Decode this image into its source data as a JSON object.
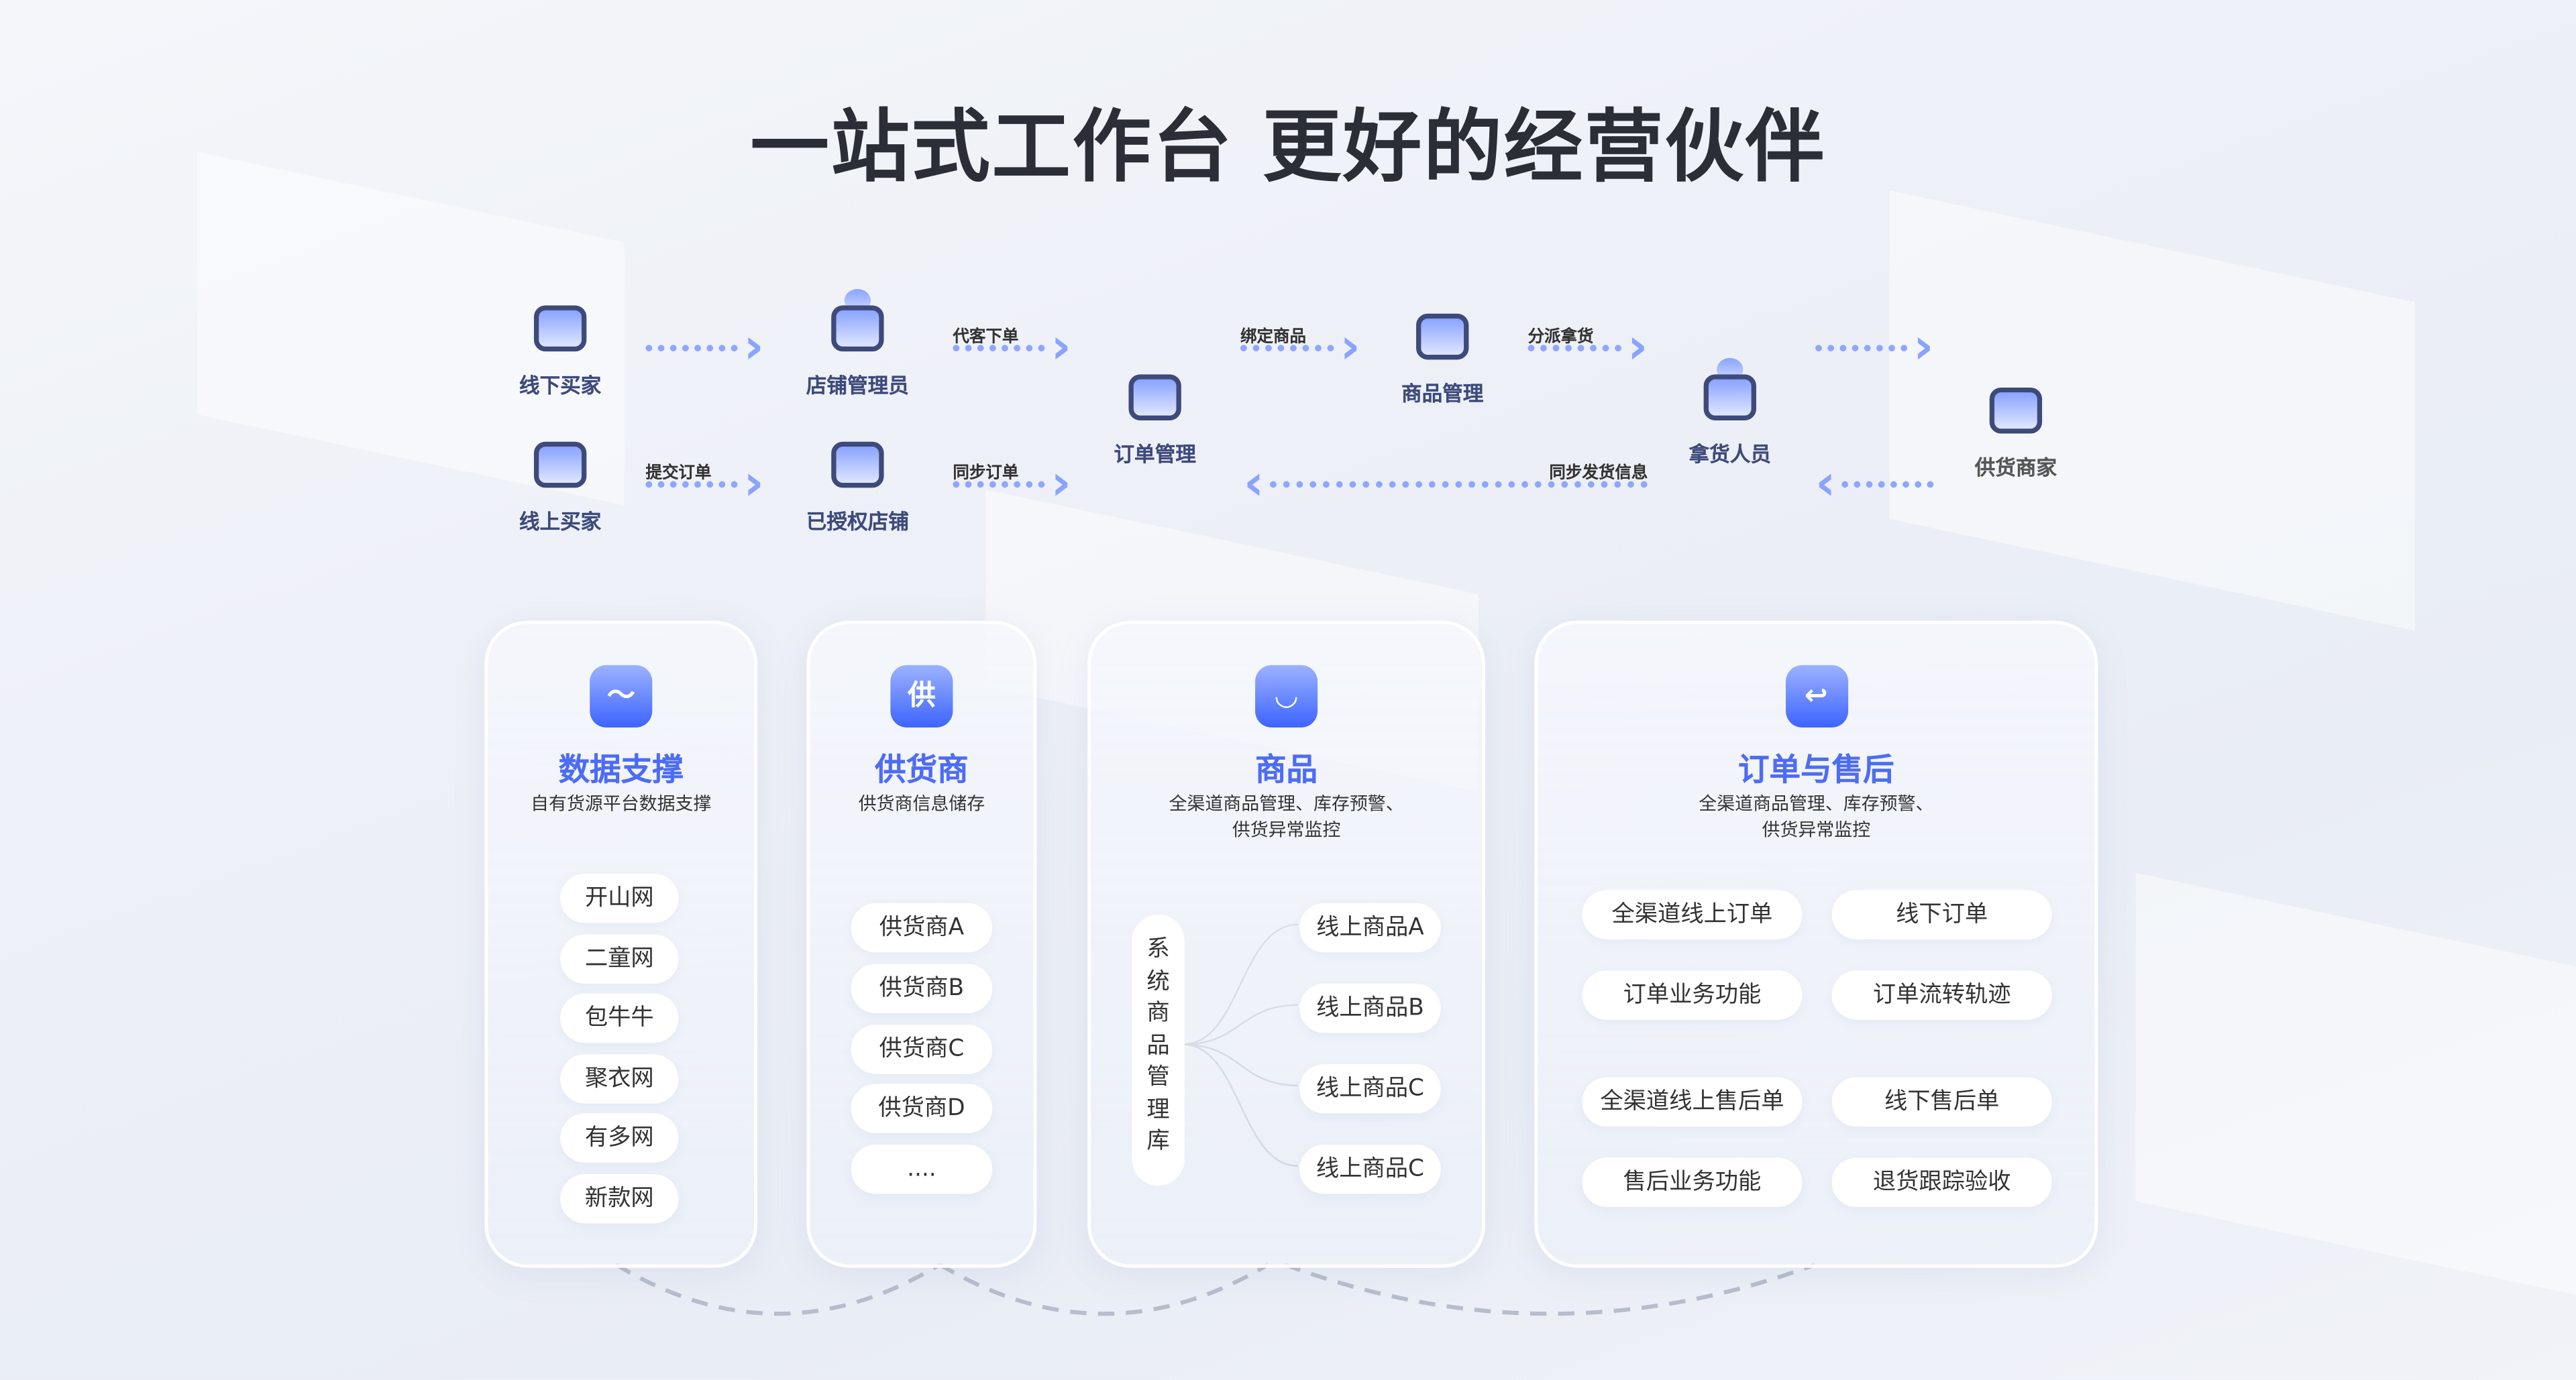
{
  "title": "一站式工作台 更好的经营伙伴",
  "flow": {
    "nodes": [
      {
        "id": "offline-buyer",
        "label": "线下买家",
        "icon": "cart-icon"
      },
      {
        "id": "online-buyer",
        "label": "线上买家",
        "icon": "monitor-icon"
      },
      {
        "id": "store-admin",
        "label": "店铺管理员",
        "icon": "user-icon"
      },
      {
        "id": "authorized-store",
        "label": "已授权店铺",
        "icon": "store-icon"
      },
      {
        "id": "order-mgmt",
        "label": "订单管理",
        "icon": "order-icon"
      },
      {
        "id": "product-mgmt",
        "label": "商品管理",
        "icon": "bag-icon"
      },
      {
        "id": "picker",
        "label": "拿货人员",
        "icon": "picker-icon"
      },
      {
        "id": "supplier",
        "label": "供货商家",
        "icon": "box-icon"
      }
    ],
    "arrows": [
      {
        "label": "",
        "direction": "right"
      },
      {
        "label": "代客下单",
        "direction": "right"
      },
      {
        "label": "绑定商品",
        "direction": "right"
      },
      {
        "label": "分派拿货",
        "direction": "right"
      },
      {
        "label": "",
        "direction": "right"
      },
      {
        "label": "提交订单",
        "direction": "right"
      },
      {
        "label": "同步订单",
        "direction": "right"
      },
      {
        "label": "同步发货信息",
        "direction": "left"
      },
      {
        "label": "",
        "direction": "left"
      }
    ]
  },
  "cards": [
    {
      "title": "数据支撑",
      "desc": [
        "自有货源平台数据支撑"
      ],
      "icon": "chart-icon",
      "items": [
        "开山网",
        "二童网",
        "包牛牛",
        "聚衣网",
        "有多网",
        "新款网"
      ]
    },
    {
      "title": "供货商",
      "desc": [
        "供货商信息储存"
      ],
      "icon": "supplier-chat-icon",
      "icon_text": "供",
      "items": [
        "供货商A",
        "供货商B",
        "供货商C",
        "供货商D",
        "...."
      ]
    },
    {
      "title": "商品",
      "desc": [
        "全渠道商品管理、库存预警、",
        "供货异常监控"
      ],
      "icon": "shopping-bag-icon",
      "root": "系统商品管理库",
      "items": [
        "线上商品A",
        "线上商品B",
        "线上商品C",
        "线上商品C"
      ]
    },
    {
      "title": "订单与售后",
      "desc": [
        "全渠道商品管理、库存预警、",
        "供货异常监控"
      ],
      "icon": "return-clipboard-icon",
      "items": [
        "全渠道线上订单",
        "线下订单",
        "订单业务功能",
        "订单流转轨迹",
        "全渠道线上售后单",
        "线下售后单",
        "售后业务功能",
        "退货跟踪验收"
      ]
    }
  ],
  "colors": {
    "accent": "#4d6cf5",
    "navy": "#3d4a7a",
    "arrow": "#8fa6ff"
  }
}
